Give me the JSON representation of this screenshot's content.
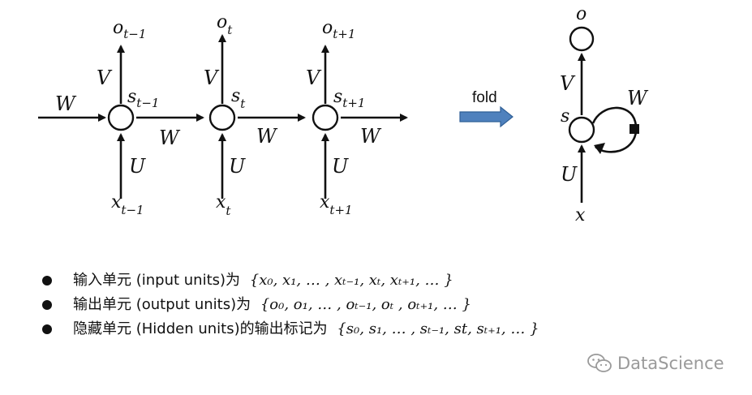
{
  "diagram": {
    "unrolled": {
      "input_arrow_label": "W",
      "steps": [
        {
          "state": "s",
          "state_sub": "t−1",
          "output": "o",
          "output_sub": "t−1",
          "input": "x",
          "input_sub": "t−1",
          "out_weight": "V",
          "in_weight": "U",
          "next_weight": "W"
        },
        {
          "state": "s",
          "state_sub": "t",
          "output": "o",
          "output_sub": "t",
          "input": "x",
          "input_sub": "t",
          "out_weight": "V",
          "in_weight": "U",
          "next_weight": "W"
        },
        {
          "state": "s",
          "state_sub": "t+1",
          "output": "o",
          "output_sub": "t+1",
          "input": "x",
          "input_sub": "t+1",
          "out_weight": "V",
          "in_weight": "U",
          "next_weight": "W"
        }
      ]
    },
    "fold_label": "fold",
    "folded": {
      "output": "o",
      "state": "s",
      "input": "x",
      "out_weight": "V",
      "in_weight": "U",
      "loop_weight": "W"
    }
  },
  "bullets": [
    {
      "text": "输入单元 (input units)为",
      "math": "{x₀, x₁, … , xₜ₋₁, xₜ, xₜ₊₁, … }"
    },
    {
      "text": "输出单元 (output units)为",
      "math": "{o₀, o₁, … , oₜ₋₁, oₜ , oₜ₊₁, … }"
    },
    {
      "text": "隐藏单元 (Hidden units)的输出标记为",
      "math": "{s₀, s₁, … , sₜ₋₁, st, sₜ₊₁, … }"
    }
  ],
  "watermark": {
    "text": "DataScience",
    "icon": "wechat-icon"
  },
  "colors": {
    "fold_arrow_fill": "#4f81bd",
    "fold_arrow_stroke": "#2f5f96",
    "ink": "#111111",
    "watermark": "#9a9a9a"
  }
}
